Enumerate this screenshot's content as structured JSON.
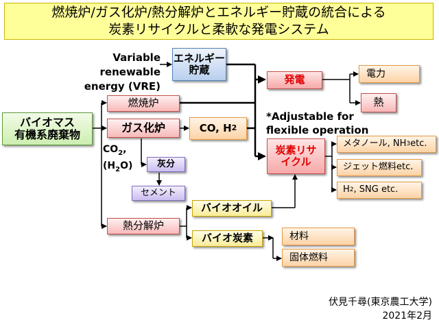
{
  "title": {
    "line1": "燃焼炉/ガス化炉/熱分解炉とエネルギー貯蔵の統合による",
    "line2": "炭素リサイクルと柔軟な発電システム"
  },
  "nodes": {
    "biomass": [
      "バイオマス",
      "有機系廃棄物"
    ],
    "vre": [
      "Variable renewable",
      "energy (VRE)"
    ],
    "storage": [
      "エネルギー",
      "貯蔵"
    ],
    "combustor": "燃焼炉",
    "gasifier": "ガス化炉",
    "syngas": {
      "main": "CO, H",
      "sub": "2"
    },
    "co2": {
      "l1": "CO",
      "l1_sub": "2",
      "l1_end": ",",
      "l2_start": "(H",
      "l2_sub": "2",
      "l2_end": "O)"
    },
    "ash": "灰分",
    "cement": "セメント",
    "pyrolyzer": "熱分解炉",
    "biooil": "バイオオイル",
    "biochar": "バイオ炭素",
    "material": "材料",
    "solidfuel": "固体燃料",
    "power_gen": "発電",
    "electricity": "電力",
    "heat": "熱",
    "adjustable": [
      "*Adjustable for",
      "flexible operation"
    ],
    "carbon_recycle": [
      "炭素リサ",
      "イクル"
    ],
    "methanol": {
      "main": "メタノール, NH",
      "sub": "3",
      "end": " etc."
    },
    "jetfuel": "ジェット燃料etc.",
    "h2sng": {
      "start": "H",
      "sub": "2",
      "end": ", SNG etc."
    }
  },
  "credit": {
    "author": "伏見千尋(東京農工大学)",
    "date": "2021年2月"
  }
}
